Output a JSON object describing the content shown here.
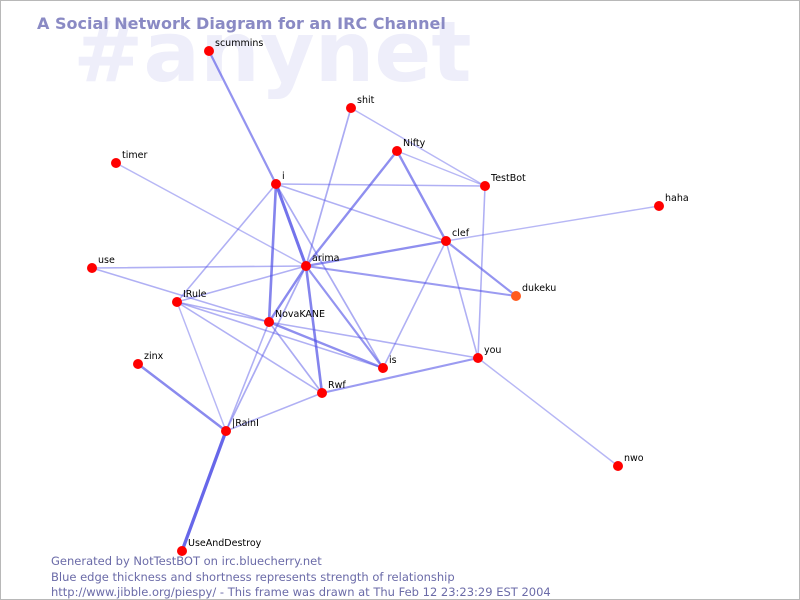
{
  "watermark": "#anynet",
  "title": "A Social Network Diagram for an IRC Channel",
  "footer": {
    "line1": "Generated by NotTestBOT on irc.bluecherry.net",
    "line2": "Blue edge thickness and shortness represents strength of relationship",
    "line3": "http://www.jibble.org/piespy/ - This frame was drawn at Thu Feb 12 23:23:29 EST 2004"
  },
  "colors": {
    "node": "#ff0000",
    "node_highlight": "#ff5a1e",
    "edge": "#5050e6",
    "title": "#8a8ac4",
    "watermark": "#eeeefa",
    "footer": "#6b6ba8"
  },
  "nodes": [
    {
      "id": "scummins",
      "label": "scummins"
    },
    {
      "id": "shit",
      "label": "shit"
    },
    {
      "id": "nifty",
      "label": "Nifty"
    },
    {
      "id": "timer",
      "label": "timer"
    },
    {
      "id": "i",
      "label": "i"
    },
    {
      "id": "testbot",
      "label": "TestBot"
    },
    {
      "id": "haha",
      "label": "haha"
    },
    {
      "id": "clef",
      "label": "clef"
    },
    {
      "id": "arima",
      "label": "arima"
    },
    {
      "id": "use",
      "label": "use"
    },
    {
      "id": "dukeku",
      "label": "dukeku"
    },
    {
      "id": "irule",
      "label": "IRule"
    },
    {
      "id": "novakane",
      "label": "NovaKANE"
    },
    {
      "id": "you",
      "label": "you"
    },
    {
      "id": "zinx",
      "label": "zinx"
    },
    {
      "id": "is",
      "label": "is"
    },
    {
      "id": "rwf",
      "label": "Rwf"
    },
    {
      "id": "irainl",
      "label": "|RainI"
    },
    {
      "id": "nwo",
      "label": "nwo"
    },
    {
      "id": "useanddestroy",
      "label": "UseAndDestroy"
    }
  ],
  "edges": [
    {
      "source": "scummins",
      "target": "i",
      "strength": 0.55
    },
    {
      "source": "i",
      "target": "arima",
      "strength": 0.85
    },
    {
      "source": "i",
      "target": "novakane",
      "strength": 0.7
    },
    {
      "source": "i",
      "target": "testbot",
      "strength": 0.3
    },
    {
      "source": "i",
      "target": "clef",
      "strength": 0.3
    },
    {
      "source": "i",
      "target": "irule",
      "strength": 0.3
    },
    {
      "source": "i",
      "target": "is",
      "strength": 0.35
    },
    {
      "source": "shit",
      "target": "arima",
      "strength": 0.35
    },
    {
      "source": "shit",
      "target": "testbot",
      "strength": 0.25
    },
    {
      "source": "nifty",
      "target": "arima",
      "strength": 0.6
    },
    {
      "source": "nifty",
      "target": "clef",
      "strength": 0.6
    },
    {
      "source": "nifty",
      "target": "testbot",
      "strength": 0.25
    },
    {
      "source": "timer",
      "target": "arima",
      "strength": 0.25
    },
    {
      "source": "testbot",
      "target": "you",
      "strength": 0.3
    },
    {
      "source": "haha",
      "target": "clef",
      "strength": 0.25
    },
    {
      "source": "clef",
      "target": "arima",
      "strength": 0.6
    },
    {
      "source": "clef",
      "target": "dukeku",
      "strength": 0.55
    },
    {
      "source": "clef",
      "target": "you",
      "strength": 0.3
    },
    {
      "source": "clef",
      "target": "is",
      "strength": 0.3
    },
    {
      "source": "arima",
      "target": "use",
      "strength": 0.3
    },
    {
      "source": "arima",
      "target": "dukeku",
      "strength": 0.5
    },
    {
      "source": "arima",
      "target": "irule",
      "strength": 0.3
    },
    {
      "source": "arima",
      "target": "novakane",
      "strength": 0.65
    },
    {
      "source": "arima",
      "target": "is",
      "strength": 0.55
    },
    {
      "source": "arima",
      "target": "rwf",
      "strength": 0.7
    },
    {
      "source": "arima",
      "target": "irainl",
      "strength": 0.35
    },
    {
      "source": "use",
      "target": "novakane",
      "strength": 0.3
    },
    {
      "source": "irule",
      "target": "novakane",
      "strength": 0.3
    },
    {
      "source": "irule",
      "target": "irainl",
      "strength": 0.25
    },
    {
      "source": "irule",
      "target": "rwf",
      "strength": 0.3
    },
    {
      "source": "irule",
      "target": "is",
      "strength": 0.3
    },
    {
      "source": "novakane",
      "target": "is",
      "strength": 0.6
    },
    {
      "source": "novakane",
      "target": "you",
      "strength": 0.3
    },
    {
      "source": "novakane",
      "target": "irainl",
      "strength": 0.3
    },
    {
      "source": "novakane",
      "target": "rwf",
      "strength": 0.35
    },
    {
      "source": "rwf",
      "target": "you",
      "strength": 0.5
    },
    {
      "source": "rwf",
      "target": "irainl",
      "strength": 0.3
    },
    {
      "source": "zinx",
      "target": "irainl",
      "strength": 0.65
    },
    {
      "source": "irainl",
      "target": "useanddestroy",
      "strength": 0.95
    },
    {
      "source": "you",
      "target": "nwo",
      "strength": 0.25
    }
  ]
}
